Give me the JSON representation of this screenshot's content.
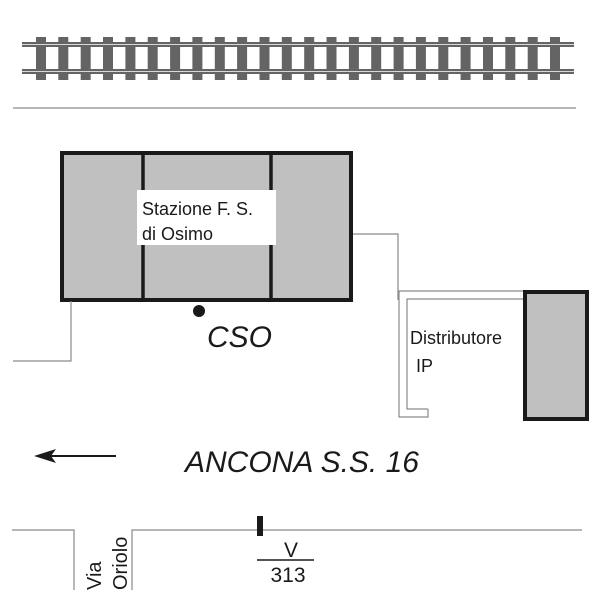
{
  "map": {
    "railway": {
      "label": "railway-track",
      "tie_count": 24
    },
    "station": {
      "name_line1": "Stazione F. S.",
      "name_line2": "di Osimo"
    },
    "cso_marker": {
      "label": "CSO"
    },
    "fuel_station": {
      "label_line1": "Distributore",
      "label_line2": "IP"
    },
    "direction": {
      "label": "ANCONA S.S. 16",
      "arrow": "arrow-left"
    },
    "side_street": {
      "line1": "Via",
      "line2": "Oriolo"
    },
    "road_marker": {
      "numerator": "V",
      "denominator": "313"
    },
    "colors": {
      "building_fill": "#c0c0c0",
      "outline": "#1a1a1a",
      "thin_line": "#8a8a8a",
      "track": "#646464",
      "background": "#ffffff"
    }
  }
}
